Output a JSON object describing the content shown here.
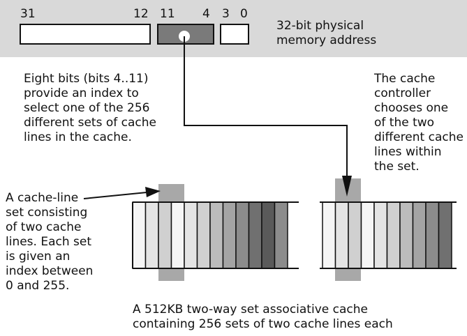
{
  "address": {
    "bit_labels": [
      "31",
      "12",
      "11",
      "4",
      "3",
      "0"
    ],
    "caption_lines": [
      "32-bit physical",
      "memory address"
    ]
  },
  "index_note": {
    "lines": [
      "Eight bits (bits 4..11)",
      "provide an index to",
      "select one of the 256",
      "different sets of cache",
      "lines in the cache."
    ]
  },
  "controller_note": {
    "lines": [
      "The cache",
      "controller",
      "chooses one",
      "of the two",
      "different cache",
      "lines within",
      "the set."
    ]
  },
  "set_note": {
    "lines": [
      "A cache-line",
      "set consisting",
      "of two cache",
      "lines. Each set",
      "is given an",
      "index between",
      "0 and 255."
    ]
  },
  "cache_caption": {
    "lines": [
      "A 512KB two-way set associative cache",
      "containing 256 sets of two cache lines each"
    ]
  },
  "colors": {
    "header_band": "#d9d9d9",
    "highlight": "#a8a8a8",
    "index_field": "#7a7a7a",
    "stroke": "#111111",
    "line_shades": [
      "#f5f5f5",
      "#e4e4e4",
      "#d0d0d0",
      "#bcbcbc",
      "#a4a4a4",
      "#8c8c8c",
      "#707070",
      "#5a5a5a"
    ]
  }
}
